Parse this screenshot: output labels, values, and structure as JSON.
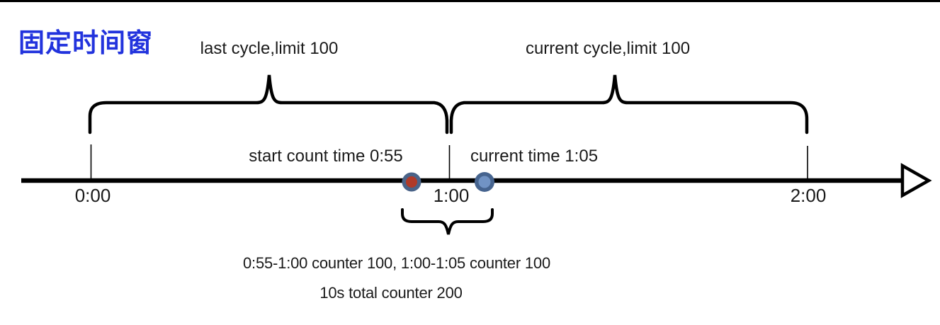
{
  "title": {
    "text": "固定时间窗",
    "color": "#2233dd"
  },
  "cycles": [
    {
      "label": "last cycle,limit 100"
    },
    {
      "label": "current cycle,limit 100"
    }
  ],
  "axis": {
    "ticks": [
      "0:00",
      "1:00",
      "2:00"
    ],
    "line_color": "#000000"
  },
  "markers": [
    {
      "label": "start count time 0:55",
      "dot_fill": "#b03a28",
      "dot_ring": "#4a6388"
    },
    {
      "label": "current time 1:05",
      "dot_fill": "#7193c4",
      "dot_ring": "#46648f"
    }
  ],
  "notes": {
    "line1": "0:55-1:00 counter 100, 1:00-1:05 counter 100",
    "line2": "10s total counter 200"
  }
}
